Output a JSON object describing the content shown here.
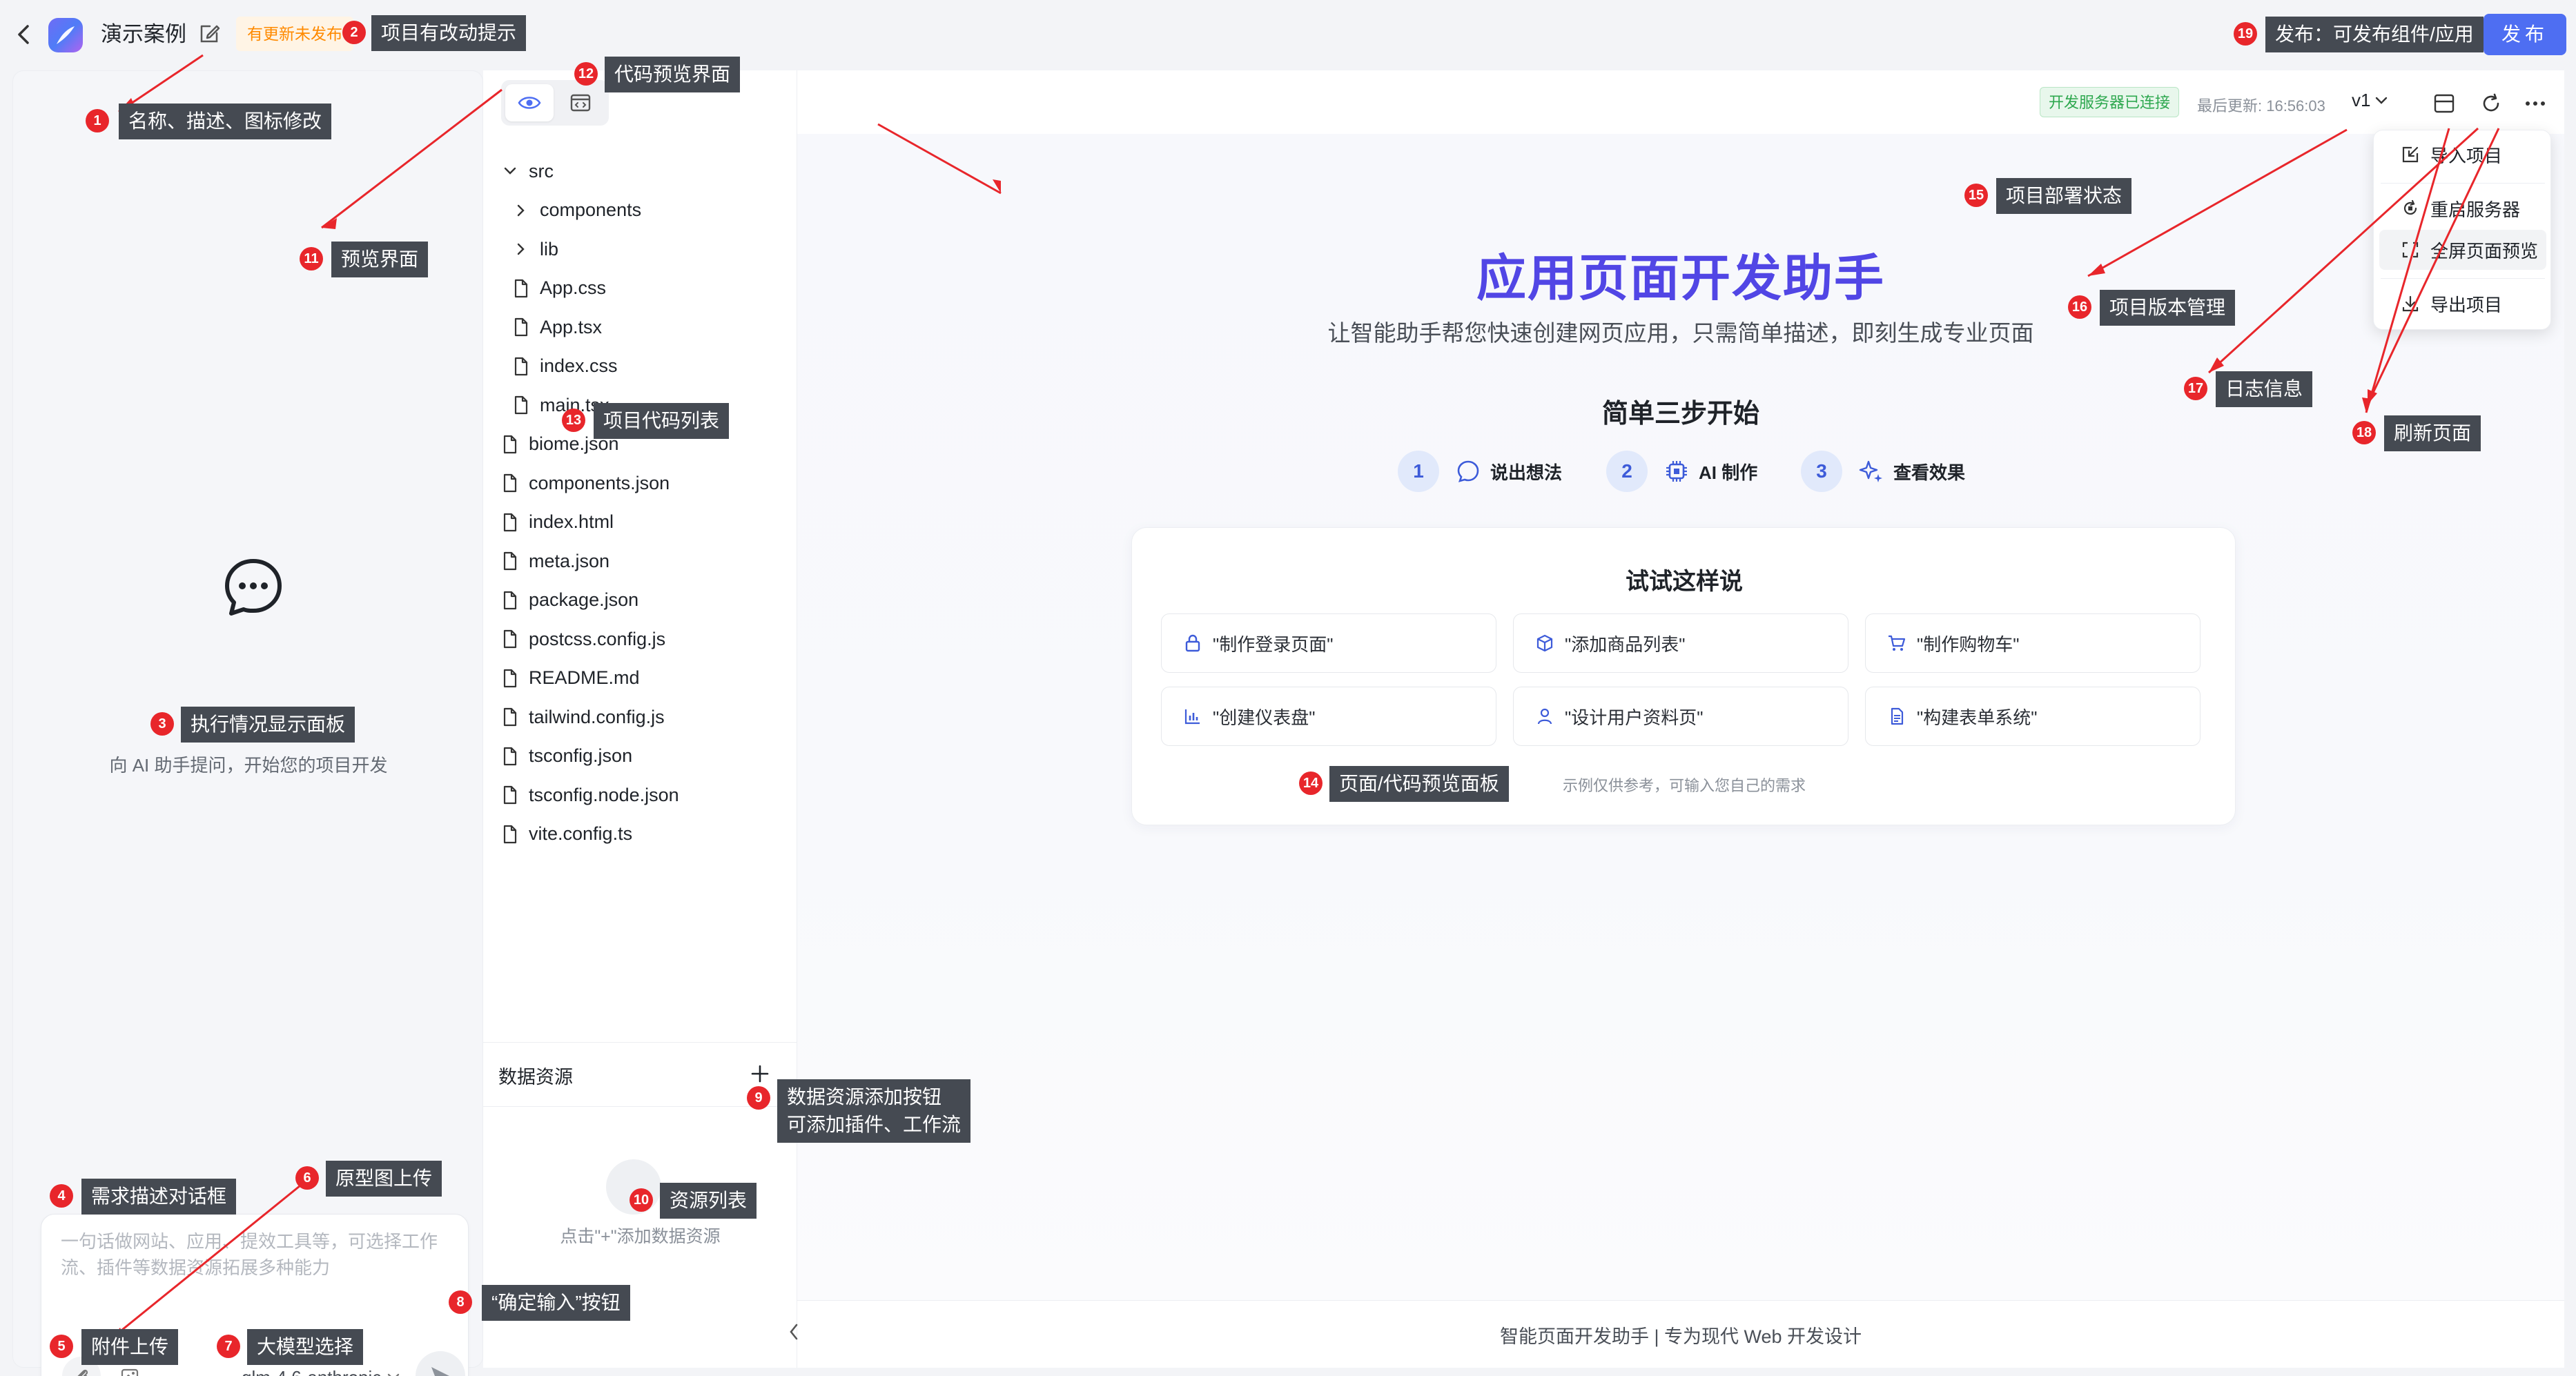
{
  "header": {
    "app_title": "演示案例",
    "unpublished_badge": "有更新未发布",
    "publish_label": "发布"
  },
  "chat": {
    "empty_title": "开始新对话",
    "empty_subtitle": "向 AI 助手提问，开始您的项目开发",
    "prompt_placeholder": "一句话做网站、应用、提效工具等，可选择工作流、插件等数据资源拓展多种能力",
    "model_label": "glm-4.6-anthropic"
  },
  "file_tree": [
    {
      "name": "src",
      "type": "folder-open",
      "indent": 0
    },
    {
      "name": "components",
      "type": "folder",
      "indent": 1
    },
    {
      "name": "lib",
      "type": "folder",
      "indent": 1
    },
    {
      "name": "App.css",
      "type": "file",
      "indent": 1
    },
    {
      "name": "App.tsx",
      "type": "file",
      "indent": 1
    },
    {
      "name": "index.css",
      "type": "file",
      "indent": 1
    },
    {
      "name": "main.tsx",
      "type": "file",
      "indent": 1
    },
    {
      "name": "biome.json",
      "type": "file",
      "indent": 0
    },
    {
      "name": "components.json",
      "type": "file",
      "indent": 0
    },
    {
      "name": "index.html",
      "type": "file",
      "indent": 0
    },
    {
      "name": "meta.json",
      "type": "file",
      "indent": 0
    },
    {
      "name": "package.json",
      "type": "file",
      "indent": 0
    },
    {
      "name": "postcss.config.js",
      "type": "file",
      "indent": 0
    },
    {
      "name": "README.md",
      "type": "file",
      "indent": 0
    },
    {
      "name": "tailwind.config.js",
      "type": "file",
      "indent": 0
    },
    {
      "name": "tsconfig.json",
      "type": "file",
      "indent": 0
    },
    {
      "name": "tsconfig.node.json",
      "type": "file",
      "indent": 0
    },
    {
      "name": "vite.config.ts",
      "type": "file",
      "indent": 0
    }
  ],
  "data_resources": {
    "title": "数据资源",
    "empty_text": "点击\"+\"添加数据资源"
  },
  "preview": {
    "deploy_status": "开发服务器已连接",
    "last_update": "最后更新: 16:56:03",
    "version": "v1",
    "hero_title": "应用页面开发助手",
    "hero_subtitle": "让智能助手帮您快速创建网页应用，只需简单描述，即刻生成专业页面",
    "steps_title": "简单三步开始",
    "steps": [
      {
        "num": "1",
        "label": "说出想法",
        "icon": "chat-bubble-icon"
      },
      {
        "num": "2",
        "label": "AI 制作",
        "icon": "chip-icon"
      },
      {
        "num": "3",
        "label": "查看效果",
        "icon": "sparkle-icon"
      }
    ],
    "try_title": "试试这样说",
    "try_chips": [
      {
        "label": "\"制作登录页面\"",
        "icon": "lock-icon"
      },
      {
        "label": "\"添加商品列表\"",
        "icon": "box-icon"
      },
      {
        "label": "\"制作购物车\"",
        "icon": "cart-icon"
      },
      {
        "label": "\"创建仪表盘\"",
        "icon": "bar-chart-icon"
      },
      {
        "label": "\"设计用户资料页\"",
        "icon": "user-icon"
      },
      {
        "label": "\"构建表单系统\"",
        "icon": "document-icon"
      }
    ],
    "try_note": "示例仅供参考，可输入您自己的需求",
    "footer": "智能页面开发助手 | 专为现代 Web 开发设计"
  },
  "more_menu": [
    {
      "label": "导入项目",
      "icon": "import-icon"
    },
    {
      "label": "重启服务器",
      "icon": "restart-icon"
    },
    {
      "label": "全屏页面预览",
      "icon": "fullscreen-icon"
    },
    {
      "label": "导出项目",
      "icon": "export-icon"
    }
  ],
  "annotations": [
    {
      "num": "1",
      "text": "名称、描述、图标修改"
    },
    {
      "num": "2",
      "text": "项目有改动提示"
    },
    {
      "num": "3",
      "text": "执行情况显示面板"
    },
    {
      "num": "4",
      "text": "需求描述对话框"
    },
    {
      "num": "5",
      "text": "附件上传"
    },
    {
      "num": "6",
      "text": "原型图上传"
    },
    {
      "num": "7",
      "text": "大模型选择"
    },
    {
      "num": "8",
      "text": "“确定输入”按钮"
    },
    {
      "num": "9",
      "text": "数据资源添加按钮\n可添加插件、工作流"
    },
    {
      "num": "10",
      "text": "资源列表"
    },
    {
      "num": "11",
      "text": "预览界面"
    },
    {
      "num": "12",
      "text": "代码预览界面"
    },
    {
      "num": "13",
      "text": "项目代码列表"
    },
    {
      "num": "14",
      "text": "页面/代码预览面板"
    },
    {
      "num": "15",
      "text": "项目部署状态"
    },
    {
      "num": "16",
      "text": "项目版本管理"
    },
    {
      "num": "17",
      "text": "日志信息"
    },
    {
      "num": "18",
      "text": "刷新页面"
    },
    {
      "num": "19",
      "text": "发布：可发布组件/应用"
    }
  ]
}
